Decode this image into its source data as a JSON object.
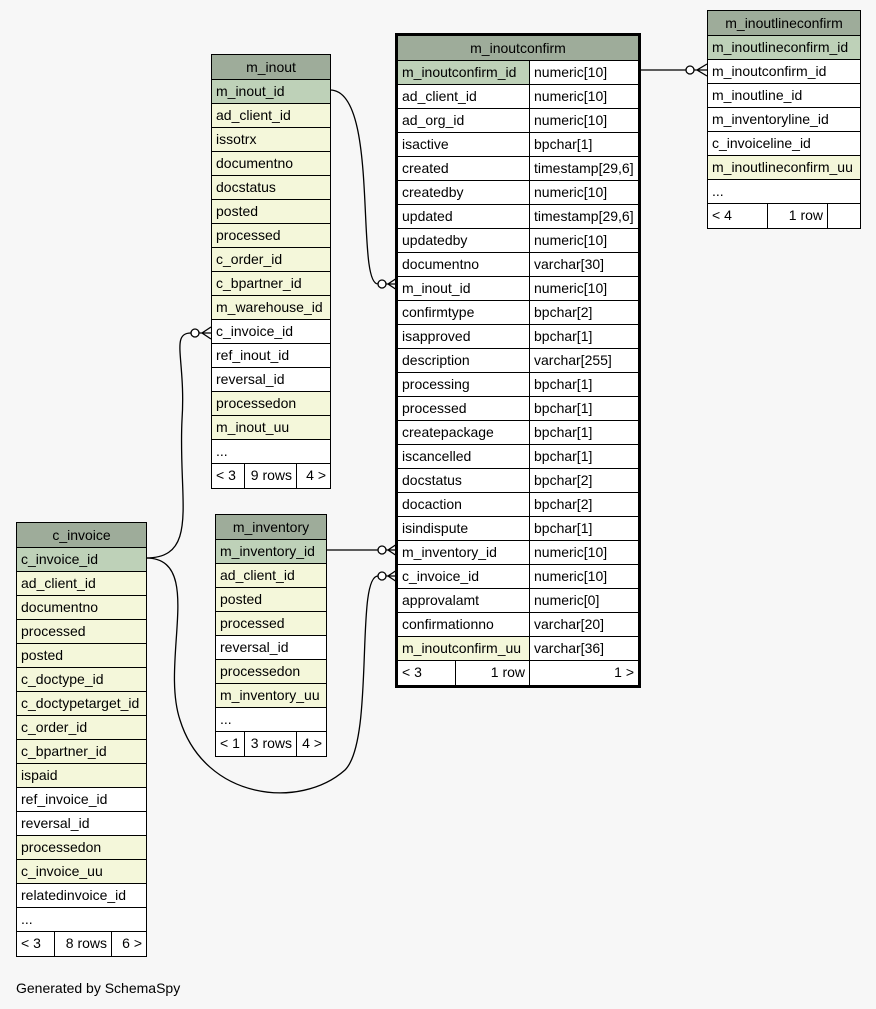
{
  "footer_text": "Generated by SchemaSpy",
  "tables": {
    "m_inoutconfirm": {
      "name": "m_inoutconfirm",
      "columns": [
        {
          "name": "m_inoutconfirm_id",
          "type": "numeric[10]",
          "kind": "pk"
        },
        {
          "name": "ad_client_id",
          "type": "numeric[10]",
          "kind": "plain"
        },
        {
          "name": "ad_org_id",
          "type": "numeric[10]",
          "kind": "plain"
        },
        {
          "name": "isactive",
          "type": "bpchar[1]",
          "kind": "plain"
        },
        {
          "name": "created",
          "type": "timestamp[29,6]",
          "kind": "plain"
        },
        {
          "name": "createdby",
          "type": "numeric[10]",
          "kind": "plain"
        },
        {
          "name": "updated",
          "type": "timestamp[29,6]",
          "kind": "plain"
        },
        {
          "name": "updatedby",
          "type": "numeric[10]",
          "kind": "plain"
        },
        {
          "name": "documentno",
          "type": "varchar[30]",
          "kind": "plain"
        },
        {
          "name": "m_inout_id",
          "type": "numeric[10]",
          "kind": "plain"
        },
        {
          "name": "confirmtype",
          "type": "bpchar[2]",
          "kind": "plain"
        },
        {
          "name": "isapproved",
          "type": "bpchar[1]",
          "kind": "plain"
        },
        {
          "name": "description",
          "type": "varchar[255]",
          "kind": "plain"
        },
        {
          "name": "processing",
          "type": "bpchar[1]",
          "kind": "plain"
        },
        {
          "name": "processed",
          "type": "bpchar[1]",
          "kind": "plain"
        },
        {
          "name": "createpackage",
          "type": "bpchar[1]",
          "kind": "plain"
        },
        {
          "name": "iscancelled",
          "type": "bpchar[1]",
          "kind": "plain"
        },
        {
          "name": "docstatus",
          "type": "bpchar[2]",
          "kind": "plain"
        },
        {
          "name": "docaction",
          "type": "bpchar[2]",
          "kind": "plain"
        },
        {
          "name": "isindispute",
          "type": "bpchar[1]",
          "kind": "plain"
        },
        {
          "name": "m_inventory_id",
          "type": "numeric[10]",
          "kind": "plain"
        },
        {
          "name": "c_invoice_id",
          "type": "numeric[10]",
          "kind": "plain"
        },
        {
          "name": "approvalamt",
          "type": "numeric[0]",
          "kind": "plain"
        },
        {
          "name": "confirmationno",
          "type": "varchar[20]",
          "kind": "plain"
        },
        {
          "name": "m_inoutconfirm_uu",
          "type": "varchar[36]",
          "kind": "fk"
        }
      ],
      "footer": [
        "< 3",
        "1 row",
        "1 >"
      ]
    },
    "m_inoutlineconfirm": {
      "name": "m_inoutlineconfirm",
      "columns": [
        {
          "name": "m_inoutlineconfirm_id",
          "kind": "pk"
        },
        {
          "name": "m_inoutconfirm_id",
          "kind": "plain"
        },
        {
          "name": "m_inoutline_id",
          "kind": "plain"
        },
        {
          "name": "m_inventoryline_id",
          "kind": "plain"
        },
        {
          "name": "c_invoiceline_id",
          "kind": "plain"
        },
        {
          "name": "m_inoutlineconfirm_uu",
          "kind": "fk"
        },
        {
          "name": "...",
          "kind": "plain"
        }
      ],
      "footer": [
        "< 4",
        "1 row",
        ""
      ]
    },
    "m_inout": {
      "name": "m_inout",
      "columns": [
        {
          "name": "m_inout_id",
          "kind": "pk"
        },
        {
          "name": "ad_client_id",
          "kind": "fk"
        },
        {
          "name": "issotrx",
          "kind": "fk"
        },
        {
          "name": "documentno",
          "kind": "fk"
        },
        {
          "name": "docstatus",
          "kind": "fk"
        },
        {
          "name": "posted",
          "kind": "fk"
        },
        {
          "name": "processed",
          "kind": "fk"
        },
        {
          "name": "c_order_id",
          "kind": "fk"
        },
        {
          "name": "c_bpartner_id",
          "kind": "fk"
        },
        {
          "name": "m_warehouse_id",
          "kind": "fk"
        },
        {
          "name": "c_invoice_id",
          "kind": "plain"
        },
        {
          "name": "ref_inout_id",
          "kind": "plain"
        },
        {
          "name": "reversal_id",
          "kind": "plain"
        },
        {
          "name": "processedon",
          "kind": "fk"
        },
        {
          "name": "m_inout_uu",
          "kind": "fk"
        },
        {
          "name": "...",
          "kind": "plain"
        }
      ],
      "footer": [
        "< 3",
        "9 rows",
        "4 >"
      ]
    },
    "m_inventory": {
      "name": "m_inventory",
      "columns": [
        {
          "name": "m_inventory_id",
          "kind": "pk"
        },
        {
          "name": "ad_client_id",
          "kind": "fk"
        },
        {
          "name": "posted",
          "kind": "fk"
        },
        {
          "name": "processed",
          "kind": "fk"
        },
        {
          "name": "reversal_id",
          "kind": "plain"
        },
        {
          "name": "processedon",
          "kind": "fk"
        },
        {
          "name": "m_inventory_uu",
          "kind": "fk"
        },
        {
          "name": "...",
          "kind": "plain"
        }
      ],
      "footer": [
        "< 1",
        "3 rows",
        "4 >"
      ]
    },
    "c_invoice": {
      "name": "c_invoice",
      "columns": [
        {
          "name": "c_invoice_id",
          "kind": "pk"
        },
        {
          "name": "ad_client_id",
          "kind": "fk"
        },
        {
          "name": "documentno",
          "kind": "fk"
        },
        {
          "name": "processed",
          "kind": "fk"
        },
        {
          "name": "posted",
          "kind": "fk"
        },
        {
          "name": "c_doctype_id",
          "kind": "fk"
        },
        {
          "name": "c_doctypetarget_id",
          "kind": "fk"
        },
        {
          "name": "c_order_id",
          "kind": "fk"
        },
        {
          "name": "c_bpartner_id",
          "kind": "fk"
        },
        {
          "name": "ispaid",
          "kind": "fk"
        },
        {
          "name": "ref_invoice_id",
          "kind": "plain"
        },
        {
          "name": "reversal_id",
          "kind": "plain"
        },
        {
          "name": "processedon",
          "kind": "fk"
        },
        {
          "name": "c_invoice_uu",
          "kind": "fk"
        },
        {
          "name": "relatedinvoice_id",
          "kind": "plain"
        },
        {
          "name": "...",
          "kind": "plain"
        }
      ],
      "footer": [
        "< 3",
        "8 rows",
        "6 >"
      ]
    }
  }
}
